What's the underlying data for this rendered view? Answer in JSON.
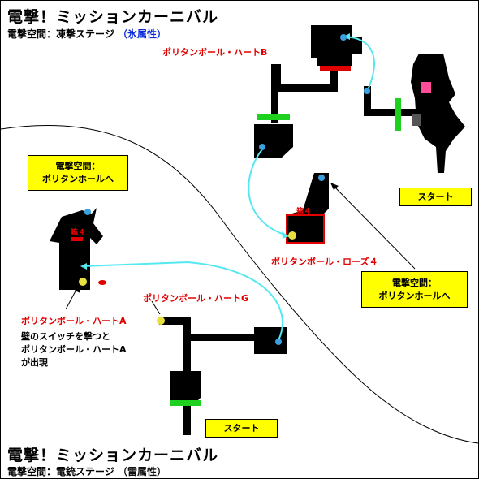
{
  "top": {
    "title": "電撃！ミッションカーニバル",
    "subtitle": "電撃空間：凍撃ステージ",
    "attribute": "（氷属性）",
    "attribute_color": "#0a2ad8"
  },
  "bottom": {
    "title": "電撃！ミッションカーニバル",
    "subtitle": "電撃空間：電銃ステージ",
    "attribute": "（雷属性）",
    "attribute_color": "#111111"
  },
  "labels": {
    "heart_b": "ポリタンボール・ハートB",
    "rose_4": "ポリタンボール・ローズ４",
    "heart_g": "ポリタンボール・ハートG",
    "heart_a": "ポリタンボール・ハートA",
    "box_4_upper": "箱４",
    "box_4_left": "箱４"
  },
  "note_heart_a": [
    "壁のスイッチを撃つと",
    "ポリタンボール・ハートA",
    "が出現"
  ],
  "boxes": {
    "warp_left": [
      "電撃空間：",
      "ポリタンホールへ"
    ],
    "warp_right": [
      "電撃空間：",
      "ポリタンホールへ"
    ],
    "start_top": "スタート",
    "start_bottom": "スタート"
  },
  "colors": {
    "path_line": "#55e8f0",
    "gate_red": "#e00000",
    "gate_green": "#20d020",
    "box_fill": "#ffff00",
    "ball_yellow": "#e8e040",
    "ball_blue": "#3aa0e0",
    "label_red": "#e00000"
  }
}
